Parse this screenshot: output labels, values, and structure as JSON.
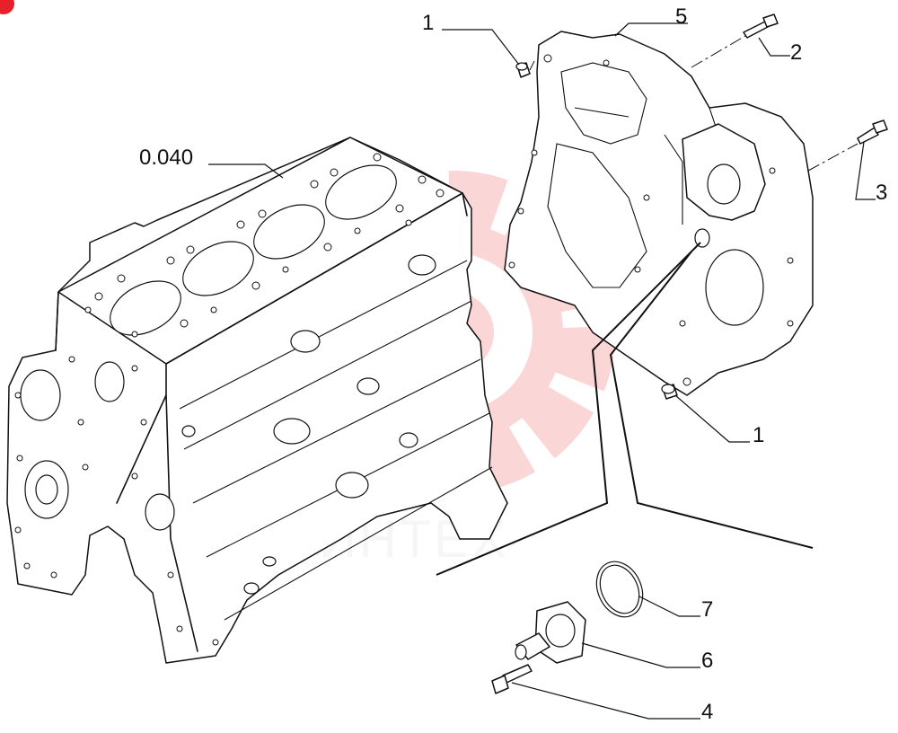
{
  "watermark": {
    "text": "ИНТЕХ",
    "color": "#e8202a"
  },
  "callouts": [
    {
      "id": "ref-0040",
      "label": "0.040"
    },
    {
      "id": "c1-top",
      "label": "1"
    },
    {
      "id": "c5",
      "label": "5"
    },
    {
      "id": "c2",
      "label": "2"
    },
    {
      "id": "c3",
      "label": "3"
    },
    {
      "id": "c1-bottom",
      "label": "1"
    },
    {
      "id": "c7",
      "label": "7"
    },
    {
      "id": "c6",
      "label": "6"
    },
    {
      "id": "c4",
      "label": "4"
    }
  ]
}
